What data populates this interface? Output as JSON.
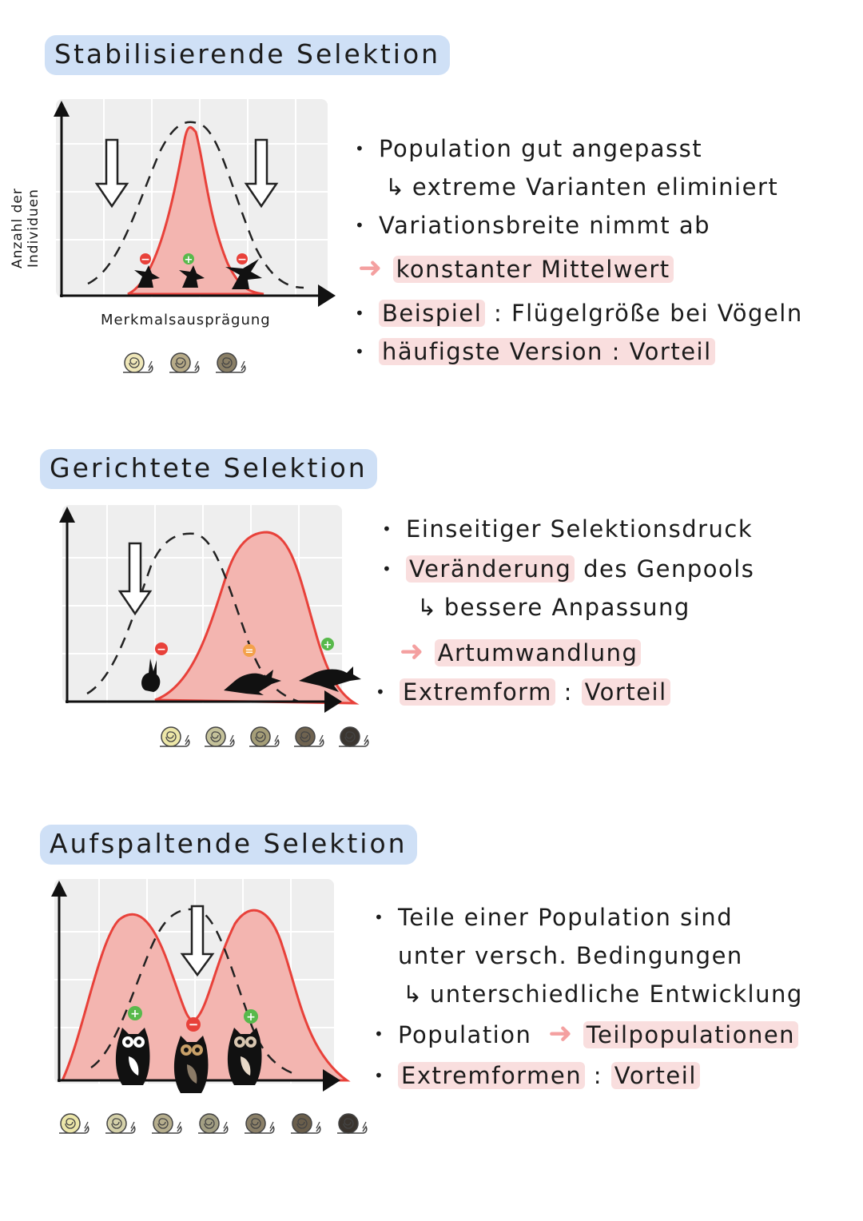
{
  "y_axis_label": [
    "Anzahl der",
    "Individuen"
  ],
  "x_axis_label": "Merkmalsausprägung",
  "colors": {
    "title_bg": "#cfe0f6",
    "curve_fill": "#f3b5b0",
    "curve_line": "#e8413a",
    "highlight": "#f9dede",
    "arrow": "#f4a0a0"
  },
  "stabilizing": {
    "title": "Stabilisierende Selektion",
    "animal_icon": "bird-icon",
    "markers": [
      "−",
      "+",
      "−"
    ],
    "snails": [
      "#efe7b8",
      "#b7ab88",
      "#8a7f66"
    ],
    "notes": {
      "b1": "Population gut angepasst",
      "b1_sub": "extreme Varianten eliminiert",
      "b2": "Variationsbreite nimmt ab",
      "result": "konstanter Mittelwert",
      "b3_key": "Beispiel",
      "b3_sep": ":",
      "b3_val": "Flügelgröße bei Vögeln",
      "b4": "häufigste Version : Vorteil"
    }
  },
  "directional": {
    "title": "Gerichtete Selektion",
    "animal_icon": "rabbit-icon",
    "markers": [
      "−",
      "=",
      "+"
    ],
    "snails": [
      "#ede7a8",
      "#c5c29a",
      "#a59e78",
      "#6f6350",
      "#3b3630"
    ],
    "notes": {
      "b1": "Einseitiger Selektionsdruck",
      "b2_key": "Veränderung",
      "b2_rest": "des Genpools",
      "b2_sub": "bessere Anpassung",
      "result": "Artumwandlung",
      "b3_key": "Extremform",
      "b3_sep": ":",
      "b3_val": "Vorteil"
    }
  },
  "disruptive": {
    "title": "Aufspaltende Selektion",
    "animal_icon": "owl-icon",
    "markers": [
      "+",
      "−",
      "+"
    ],
    "snails": [
      "#ece6a9",
      "#d5d1a9",
      "#b6ae8d",
      "#a39f83",
      "#8b8068",
      "#6a5e4b",
      "#3a342e"
    ],
    "notes": {
      "b1": "Teile einer Population sind",
      "b1_cont": "unter versch. Bedingungen",
      "b1_sub": "unterschiedliche Entwicklung",
      "b2": "Population",
      "b2_result": "Teilpopulationen",
      "b3_key": "Extremformen",
      "b3_sep": ":",
      "b3_val": "Vorteil"
    }
  }
}
